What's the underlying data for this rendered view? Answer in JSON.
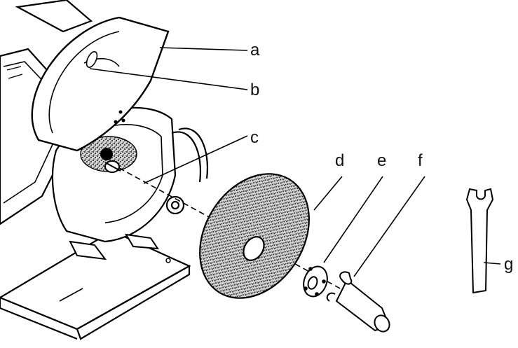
{
  "diagram": {
    "labels": {
      "a": "a",
      "b": "b",
      "c": "c",
      "d": "d",
      "e": "e",
      "f": "f",
      "g": "g"
    }
  }
}
